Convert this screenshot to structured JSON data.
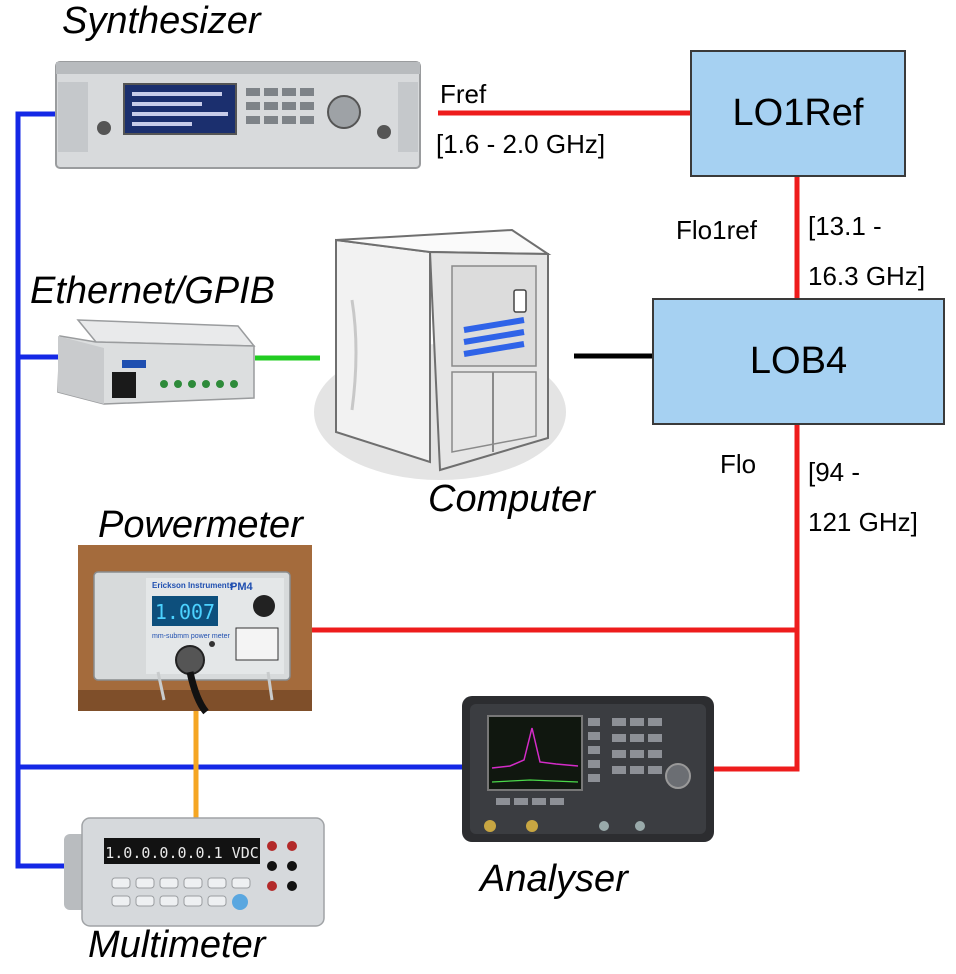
{
  "devices": {
    "synthesizer": "Synthesizer",
    "ethernet_gpib": "Ethernet/GPIB",
    "computer": "Computer",
    "powermeter": "Powermeter",
    "analyser": "Analyser",
    "multimeter": "Multimeter"
  },
  "blocks": {
    "lo1ref": "LO1Ref",
    "lob4": "LOB4"
  },
  "signals": {
    "fref_name": "Fref",
    "fref_range": "[1.6 - 2.0 GHz]",
    "flo1ref_name": "Flo1ref",
    "flo1ref_range_1": "[13.1 -",
    "flo1ref_range_2": "16.3 GHz]",
    "flo_name": "Flo",
    "flo_range_1": "[94 -",
    "flo_range_2": "121 GHz]"
  },
  "instrument_text": {
    "powermeter_brand": "Erickson Instruments",
    "powermeter_model": "PM4",
    "powermeter_display": "1.007",
    "powermeter_caption": "mm-submm power meter",
    "multimeter_display": "1.0.0.0.0.0.1 VDC"
  },
  "colors": {
    "rf_line": "#ee1c1c",
    "bus_line": "#1428e6",
    "ethernet_line": "#22cc22",
    "link_line": "#000000",
    "probe_line": "#f5a623",
    "block_fill": "#a6d1f2"
  }
}
